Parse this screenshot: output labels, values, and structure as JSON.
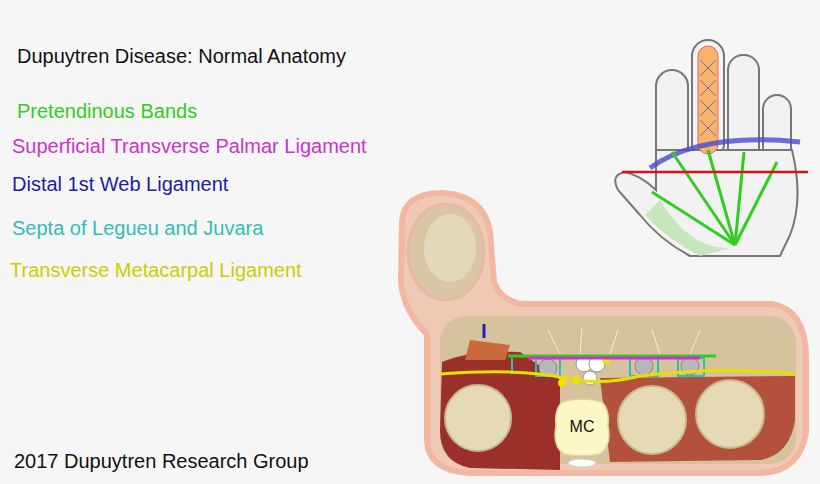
{
  "diagram": {
    "title": "Dupuytren Disease: Normal Anatomy",
    "caption": "2017 Dupuytren Research Group",
    "nodes": [
      {
        "text": [
          "MC"
        ]
      }
    ],
    "edges": [],
    "legend": [
      {
        "text": "Pretendinous Bands",
        "color": "#33cc22"
      },
      {
        "text": "Superficial Transverse Palmar Ligament",
        "color": "#cc33cc"
      },
      {
        "text": "Distal 1st Web Ligament",
        "color": "#1c1ca8"
      },
      {
        "text": "Septa of Legueu and Juvara",
        "color": "#33bbbb"
      },
      {
        "text": "Transverse Metacarpal Ligament",
        "color": "#cccc00"
      }
    ]
  }
}
